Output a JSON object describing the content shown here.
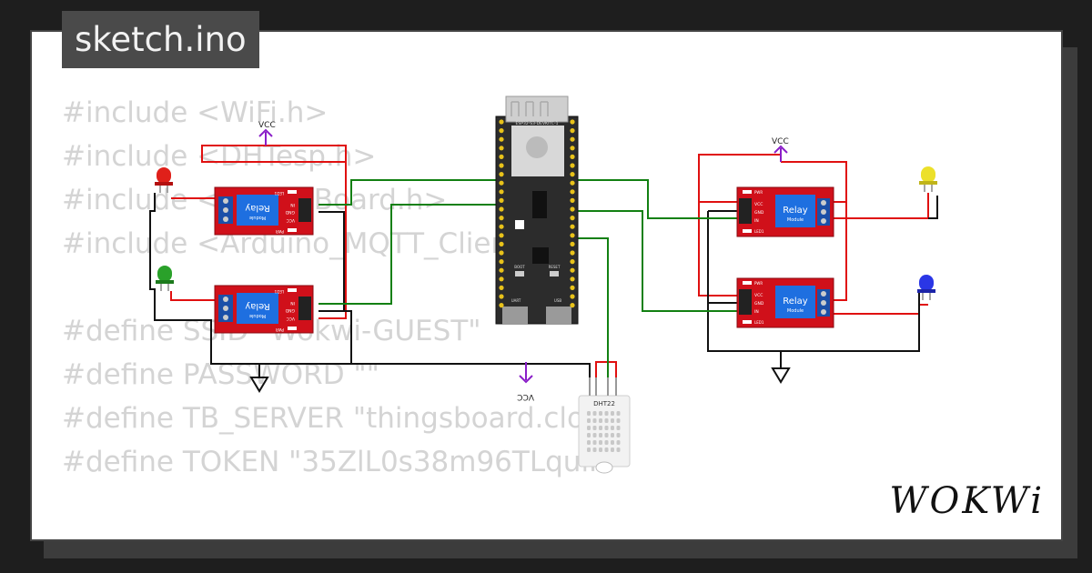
{
  "tab": {
    "filename": "sketch.ino"
  },
  "code": {
    "lines": [
      "#include <WiFi.h>",
      "#include <DHTesp.h>",
      "#include <ThingsBoard.h>",
      "#include <Arduino_MQTT_Client.h>",
      "",
      "#define SSID \"Wokwi-GUEST\"",
      "#define PASSWORD \"\"",
      "#define TB_SERVER \"thingsboard.cloud\"",
      "#define TOKEN \"35ZlL0s38m96TLqulI"
    ]
  },
  "circuit": {
    "board": {
      "label": "ESP32-S3-DEVKITC-1",
      "boot_label": "BOOT",
      "reset_label": "RESET",
      "usb_left_label": "UART",
      "usb_right_label": "USB"
    },
    "relay": {
      "title": "Relay",
      "subtitle": "Module",
      "pin_vcc": "VCC",
      "pin_gnd": "GND",
      "pin_in": "IN",
      "led_pwr": "PWR",
      "led_1": "LED1"
    },
    "power": {
      "vcc_label": "VCC"
    },
    "sensor": {
      "label": "DHT22"
    },
    "colors": {
      "wire_red": "#e01010",
      "wire_green": "#128012",
      "wire_black": "#111111",
      "wire_purple": "#8a1ec8",
      "relay_board": "#d0101a",
      "relay_blue": "#1e6fe0",
      "board_black": "#2c2c2c",
      "led_red": "#e0201a",
      "led_green": "#2aa12a",
      "led_yellow": "#ece02a",
      "led_blue": "#2a36e6"
    }
  },
  "brand": {
    "logo_text": "WOKWi"
  }
}
